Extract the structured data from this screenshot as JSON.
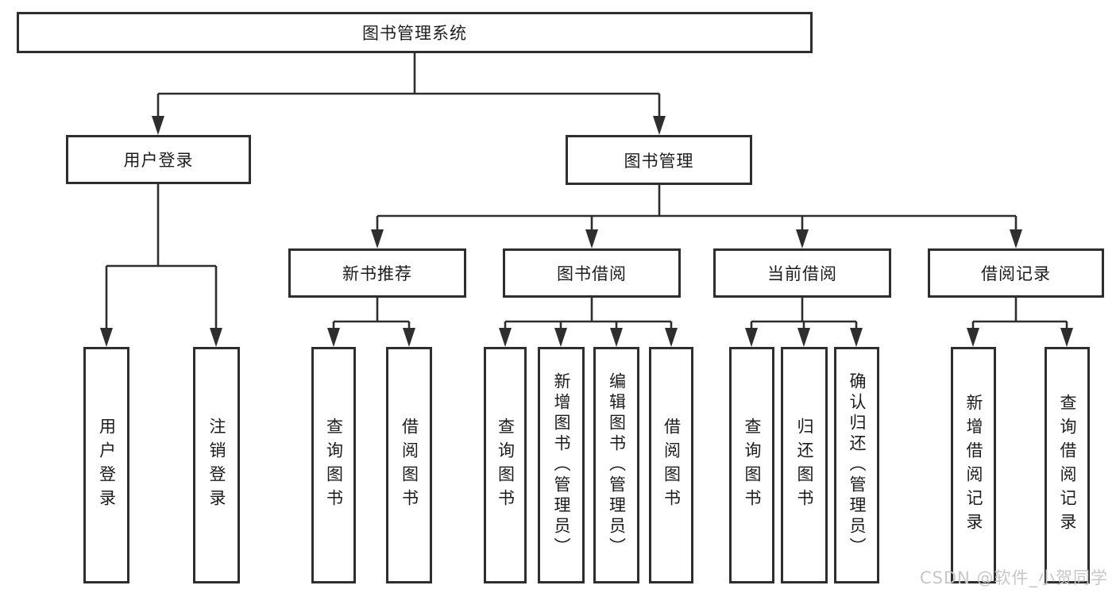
{
  "diagram": {
    "type": "hierarchy-tree",
    "tree": {
      "root": {
        "label": "图书管理系统",
        "children": [
          {
            "label": "用户登录",
            "children": [
              {
                "label": "用户登录"
              },
              {
                "label": "注销登录"
              }
            ]
          },
          {
            "label": "图书管理",
            "children": [
              {
                "label": "新书推荐",
                "children": [
                  {
                    "label": "查询图书"
                  },
                  {
                    "label": "借阅图书"
                  }
                ]
              },
              {
                "label": "图书借阅",
                "children": [
                  {
                    "label": "查询图书"
                  },
                  {
                    "label": "新增图书（管理员）"
                  },
                  {
                    "label": "编辑图书（管理员）"
                  },
                  {
                    "label": "借阅图书"
                  }
                ]
              },
              {
                "label": "当前借阅",
                "children": [
                  {
                    "label": "查询图书"
                  },
                  {
                    "label": "归还图书"
                  },
                  {
                    "label": "确认归还（管理员）"
                  }
                ]
              },
              {
                "label": "借阅记录",
                "children": [
                  {
                    "label": "新增借阅记录"
                  },
                  {
                    "label": "查询借阅记录"
                  }
                ]
              }
            ]
          }
        ]
      }
    },
    "colors": {
      "line": "#2e2e2e",
      "box_border": "#2e2e2e",
      "text": "#1c1c1c",
      "background": "#ffffff",
      "watermark": "#c7c7c7"
    }
  },
  "watermark": {
    "text": "CSDN @软件_小贺同学"
  }
}
